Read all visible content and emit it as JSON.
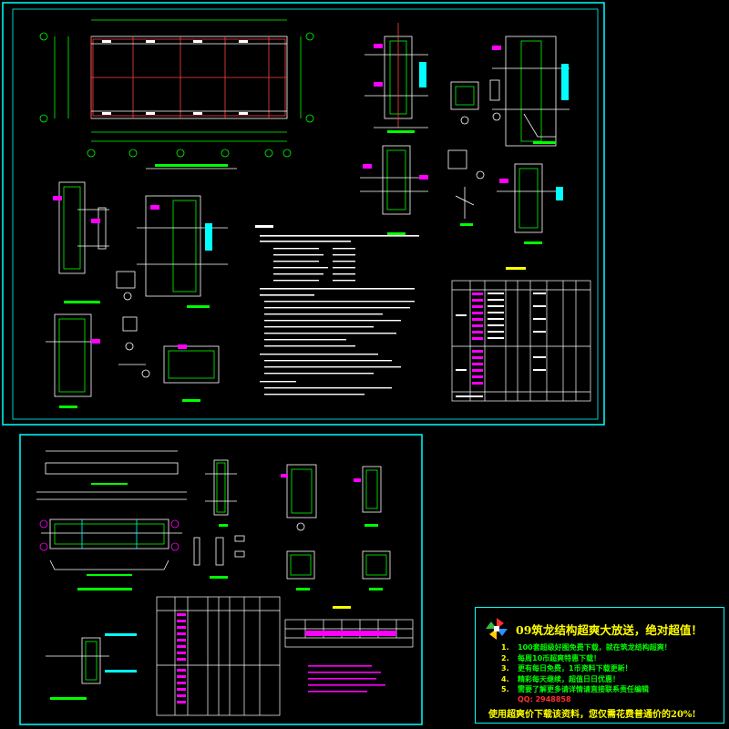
{
  "promo": {
    "title": "09筑龙结构超爽大放送，绝对超值！",
    "items": [
      {
        "num": "1.",
        "text": "100套超级好图免费下载，就在筑龙结构超爽！"
      },
      {
        "num": "2.",
        "text": "每周10币超爽特惠下载！"
      },
      {
        "num": "3.",
        "text": "更有每日免费，1币资料下载更新！"
      },
      {
        "num": "4.",
        "text": "精彩每天继续，超值日日优惠！"
      },
      {
        "num": "5.",
        "text": "需要了解更多请详情请直接联系责任编辑"
      }
    ],
    "qq": "QQ: 2948858",
    "footer": "使用超爽价下载该资料，您仅需花费普通价的20%!",
    "brand_colors": {
      "frame": "#00ffff",
      "title": "#ffff00",
      "body": "#00ff00",
      "contact": "#ff3030"
    }
  },
  "icons": [
    "logo-pinwheel-icon"
  ]
}
